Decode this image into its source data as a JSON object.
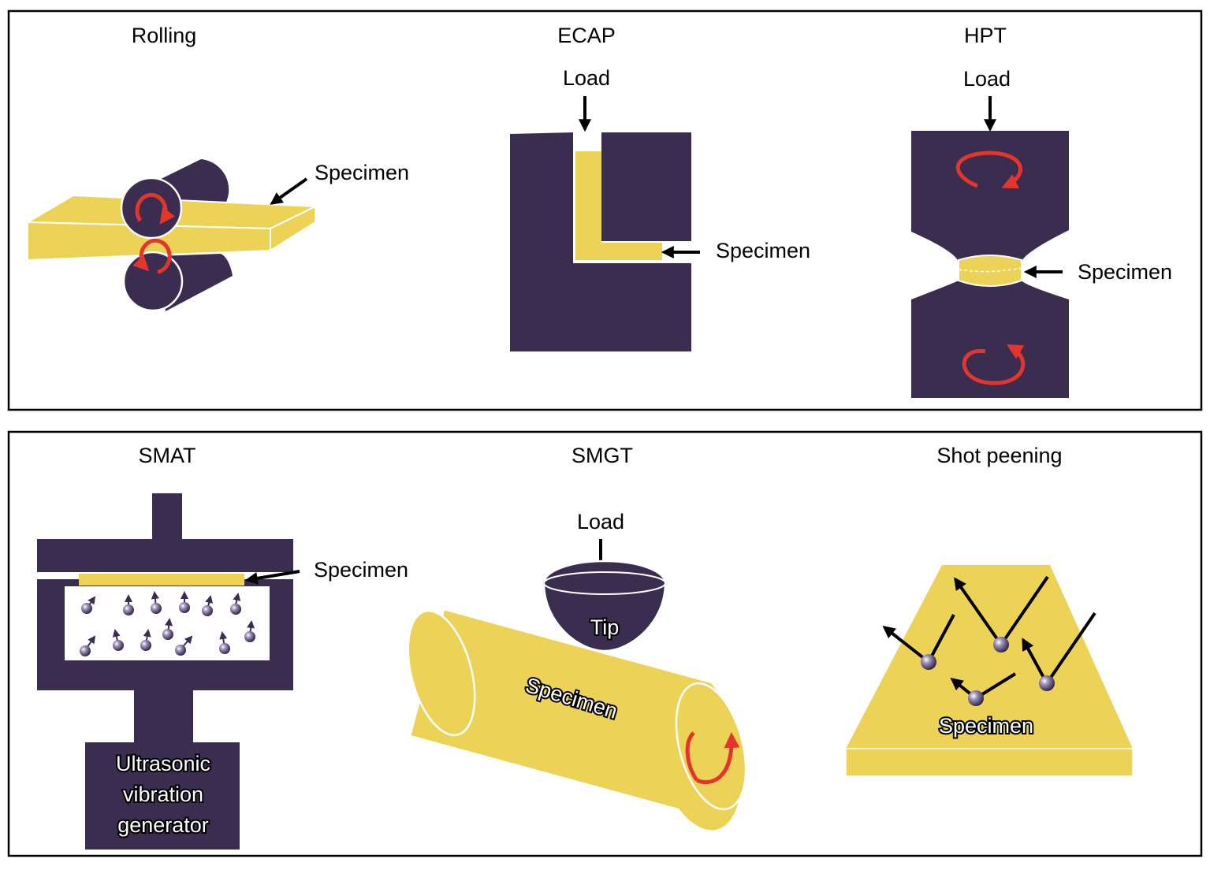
{
  "panels": [
    {
      "titles": {
        "rolling": "Rolling",
        "ecap": "ECAP",
        "hpt": "HPT"
      },
      "labels": {
        "rolling_specimen": "Specimen",
        "ecap_load": "Load",
        "ecap_specimen": "Specimen",
        "hpt_load": "Load",
        "hpt_specimen": "Specimen"
      }
    },
    {
      "titles": {
        "smat": "SMAT",
        "smgt": "SMGT",
        "shot_peening": "Shot peening"
      },
      "labels": {
        "smat_specimen": "Specimen",
        "smat_generator_line1": "Ultrasonic",
        "smat_generator_line2": "vibration",
        "smat_generator_line3": "generator",
        "smgt_load": "Load",
        "smgt_tip": "Tip",
        "smgt_specimen": "Specimen",
        "shot_specimen": "Specimen"
      }
    }
  ],
  "colors": {
    "tool": "#3b2d4f",
    "specimen": "#ecd357",
    "rotation_arrow": "#e2352b",
    "frame": "#000000"
  }
}
